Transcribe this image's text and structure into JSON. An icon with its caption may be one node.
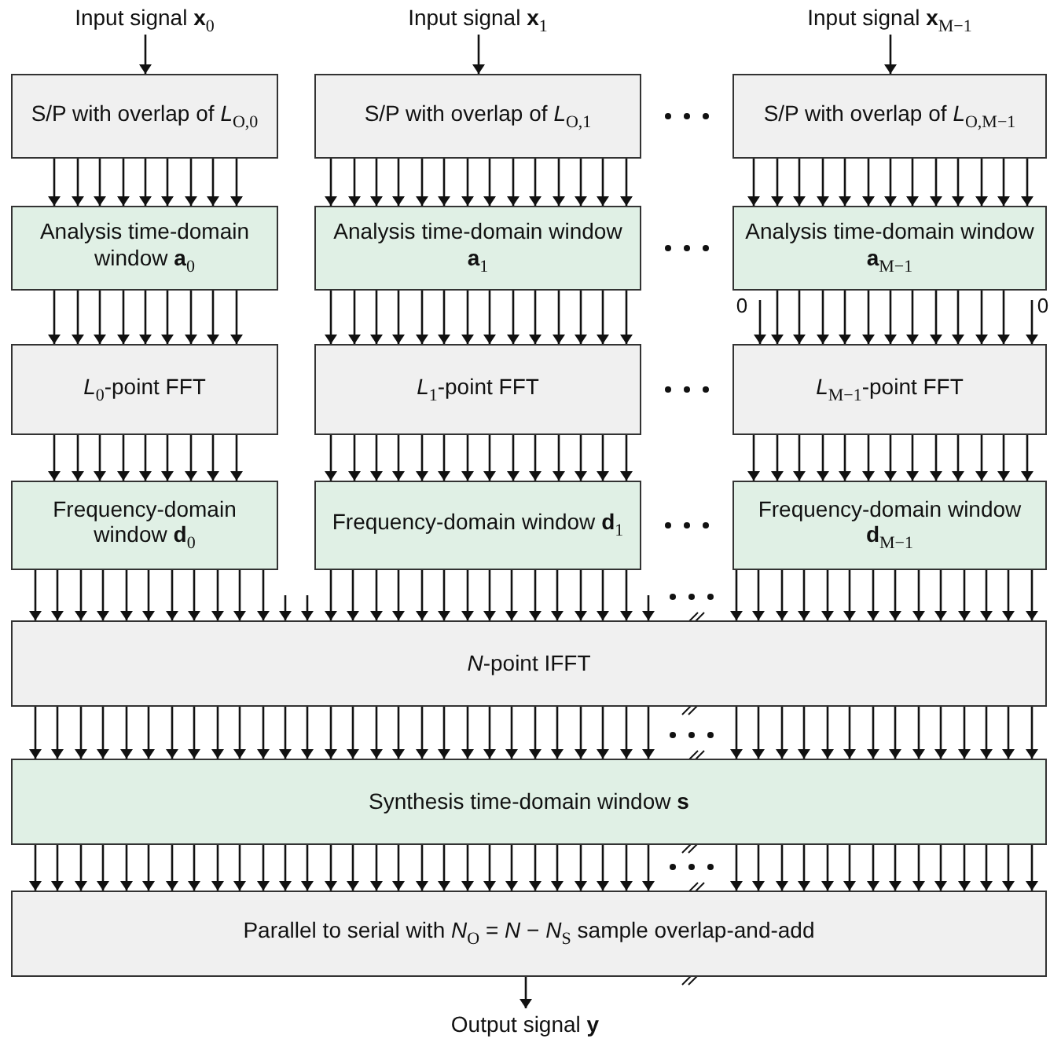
{
  "diagram": {
    "nodes": [
      {
        "text": [
          "Input signal **x**$_{0}$"
        ]
      },
      {
        "text": [
          "Input signal **x**$_{1}$"
        ]
      },
      {
        "text": [
          "Input signal **x**$_{M−1}$"
        ]
      },
      {
        "text": [
          "S/P with overlap of *L*$_{O,0}$"
        ]
      },
      {
        "text": [
          "S/P with overlap of *L*$_{O,1}$"
        ]
      },
      {
        "text": [
          "S/P with overlap of *L*$_{O,M−1}$"
        ]
      },
      {
        "text": [
          "Analysis time-domain window **a**$_{0}$"
        ]
      },
      {
        "text": [
          "Analysis time-domain window **a**$_{1}$"
        ]
      },
      {
        "text": [
          "Analysis time-domain window **a**$_{M−1}$"
        ]
      },
      {
        "text": [
          "0"
        ]
      },
      {
        "text": [
          "0"
        ]
      },
      {
        "text": [
          "*L*$_{0}$-point FFT"
        ]
      },
      {
        "text": [
          "*L*$_{1}$-point FFT"
        ]
      },
      {
        "text": [
          "*L*$_{M−1}$-point FFT"
        ]
      },
      {
        "text": [
          "Frequency-domain window **d**$_{0}$"
        ]
      },
      {
        "text": [
          "Frequency-domain window **d**$_{1}$"
        ]
      },
      {
        "text": [
          "Frequency-domain window **d**$_{M−1}$"
        ]
      },
      {
        "text": [
          "*N*-point IFFT"
        ]
      },
      {
        "text": [
          "Synthesis time-domain window **s**"
        ]
      },
      {
        "text": [
          "Parallel to serial with *N*$_{O}$ = *N* − *N*$_{S}$ sample overlap-and-add"
        ]
      },
      {
        "text": [
          "Output signal **y**"
        ]
      }
    ],
    "edges": [
      {
        "from": 0,
        "to": 3,
        "arrow": "to"
      },
      {
        "from": 1,
        "to": 4,
        "arrow": "to"
      },
      {
        "from": 2,
        "to": 5,
        "arrow": "to"
      },
      {
        "from": 3,
        "to": 6,
        "arrow": "to"
      },
      {
        "from": 3,
        "to": 6,
        "arrow": "to"
      },
      {
        "from": 3,
        "to": 6,
        "arrow": "to"
      },
      {
        "from": 3,
        "to": 6,
        "arrow": "to"
      },
      {
        "from": 3,
        "to": 6,
        "arrow": "to"
      },
      {
        "from": 3,
        "to": 6,
        "arrow": "to"
      },
      {
        "from": 3,
        "to": 6,
        "arrow": "to"
      },
      {
        "from": 3,
        "to": 6,
        "arrow": "to"
      },
      {
        "from": 3,
        "to": 6,
        "arrow": "to"
      },
      {
        "from": 4,
        "to": 7,
        "arrow": "to"
      },
      {
        "from": 4,
        "to": 7,
        "arrow": "to"
      },
      {
        "from": 4,
        "to": 7,
        "arrow": "to"
      },
      {
        "from": 4,
        "to": 7,
        "arrow": "to"
      },
      {
        "from": 4,
        "to": 7,
        "arrow": "to"
      },
      {
        "from": 4,
        "to": 7,
        "arrow": "to"
      },
      {
        "from": 4,
        "to": 7,
        "arrow": "to"
      },
      {
        "from": 4,
        "to": 7,
        "arrow": "to"
      },
      {
        "from": 4,
        "to": 7,
        "arrow": "to"
      },
      {
        "from": 4,
        "to": 7,
        "arrow": "to"
      },
      {
        "from": 4,
        "to": 7,
        "arrow": "to"
      },
      {
        "from": 4,
        "to": 7,
        "arrow": "to"
      },
      {
        "from": 4,
        "to": 7,
        "arrow": "to"
      },
      {
        "from": 4,
        "to": 7,
        "arrow": "to"
      },
      {
        "from": 5,
        "to": 8,
        "arrow": "to"
      },
      {
        "from": 5,
        "to": 8,
        "arrow": "to"
      },
      {
        "from": 5,
        "to": 8,
        "arrow": "to"
      },
      {
        "from": 5,
        "to": 8,
        "arrow": "to"
      },
      {
        "from": 5,
        "to": 8,
        "arrow": "to"
      },
      {
        "from": 5,
        "to": 8,
        "arrow": "to"
      },
      {
        "from": 5,
        "to": 8,
        "arrow": "to"
      },
      {
        "from": 5,
        "to": 8,
        "arrow": "to"
      },
      {
        "from": 5,
        "to": 8,
        "arrow": "to"
      },
      {
        "from": 5,
        "to": 8,
        "arrow": "to"
      },
      {
        "from": 5,
        "to": 8,
        "arrow": "to"
      },
      {
        "from": 5,
        "to": 8,
        "arrow": "to"
      },
      {
        "from": 5,
        "to": 8,
        "arrow": "to"
      },
      {
        "from": 6,
        "to": 11,
        "arrow": "to"
      },
      {
        "from": 6,
        "to": 11,
        "arrow": "to"
      },
      {
        "from": 6,
        "to": 11,
        "arrow": "to"
      },
      {
        "from": 6,
        "to": 11,
        "arrow": "to"
      },
      {
        "from": 6,
        "to": 11,
        "arrow": "to"
      },
      {
        "from": 6,
        "to": 11,
        "arrow": "to"
      },
      {
        "from": 6,
        "to": 11,
        "arrow": "to"
      },
      {
        "from": 6,
        "to": 11,
        "arrow": "to"
      },
      {
        "from": 6,
        "to": 11,
        "arrow": "to"
      },
      {
        "from": 7,
        "to": 12,
        "arrow": "to"
      },
      {
        "from": 7,
        "to": 12,
        "arrow": "to"
      },
      {
        "from": 7,
        "to": 12,
        "arrow": "to"
      },
      {
        "from": 7,
        "to": 12,
        "arrow": "to"
      },
      {
        "from": 7,
        "to": 12,
        "arrow": "to"
      },
      {
        "from": 7,
        "to": 12,
        "arrow": "to"
      },
      {
        "from": 7,
        "to": 12,
        "arrow": "to"
      },
      {
        "from": 7,
        "to": 12,
        "arrow": "to"
      },
      {
        "from": 7,
        "to": 12,
        "arrow": "to"
      },
      {
        "from": 7,
        "to": 12,
        "arrow": "to"
      },
      {
        "from": 7,
        "to": 12,
        "arrow": "to"
      },
      {
        "from": 7,
        "to": 12,
        "arrow": "to"
      },
      {
        "from": 7,
        "to": 12,
        "arrow": "to"
      },
      {
        "from": 7,
        "to": 12,
        "arrow": "to"
      },
      {
        "from": 9,
        "to": 13,
        "arrow": "to"
      },
      {
        "from": 8,
        "to": 13,
        "arrow": "to"
      },
      {
        "from": 8,
        "to": 13,
        "arrow": "to"
      },
      {
        "from": 8,
        "to": 13,
        "arrow": "to"
      },
      {
        "from": 8,
        "to": 13,
        "arrow": "to"
      },
      {
        "from": 8,
        "to": 13,
        "arrow": "to"
      },
      {
        "from": 8,
        "to": 13,
        "arrow": "to"
      },
      {
        "from": 8,
        "to": 13,
        "arrow": "to"
      },
      {
        "from": 8,
        "to": 13,
        "arrow": "to"
      },
      {
        "from": 8,
        "to": 13,
        "arrow": "to"
      },
      {
        "from": 8,
        "to": 13,
        "arrow": "to"
      },
      {
        "from": 8,
        "to": 13,
        "arrow": "to"
      },
      {
        "from": 10,
        "to": 13,
        "arrow": "to"
      },
      {
        "from": 11,
        "to": 14,
        "arrow": "to"
      },
      {
        "from": 11,
        "to": 14,
        "arrow": "to"
      },
      {
        "from": 11,
        "to": 14,
        "arrow": "to"
      },
      {
        "from": 11,
        "to": 14,
        "arrow": "to"
      },
      {
        "from": 11,
        "to": 14,
        "arrow": "to"
      },
      {
        "from": 11,
        "to": 14,
        "arrow": "to"
      },
      {
        "from": 11,
        "to": 14,
        "arrow": "to"
      },
      {
        "from": 11,
        "to": 14,
        "arrow": "to"
      },
      {
        "from": 11,
        "to": 14,
        "arrow": "to"
      },
      {
        "from": 12,
        "to": 15,
        "arrow": "to"
      },
      {
        "from": 12,
        "to": 15,
        "arrow": "to"
      },
      {
        "from": 12,
        "to": 15,
        "arrow": "to"
      },
      {
        "from": 12,
        "to": 15,
        "arrow": "to"
      },
      {
        "from": 12,
        "to": 15,
        "arrow": "to"
      },
      {
        "from": 12,
        "to": 15,
        "arrow": "to"
      },
      {
        "from": 12,
        "to": 15,
        "arrow": "to"
      },
      {
        "from": 12,
        "to": 15,
        "arrow": "to"
      },
      {
        "from": 12,
        "to": 15,
        "arrow": "to"
      },
      {
        "from": 12,
        "to": 15,
        "arrow": "to"
      },
      {
        "from": 12,
        "to": 15,
        "arrow": "to"
      },
      {
        "from": 12,
        "to": 15,
        "arrow": "to"
      },
      {
        "from": 12,
        "to": 15,
        "arrow": "to"
      },
      {
        "from": 12,
        "to": 15,
        "arrow": "to"
      },
      {
        "from": 13,
        "to": 16,
        "arrow": "to"
      },
      {
        "from": 13,
        "to": 16,
        "arrow": "to"
      },
      {
        "from": 13,
        "to": 16,
        "arrow": "to"
      },
      {
        "from": 13,
        "to": 16,
        "arrow": "to"
      },
      {
        "from": 13,
        "to": 16,
        "arrow": "to"
      },
      {
        "from": 13,
        "to": 16,
        "arrow": "to"
      },
      {
        "from": 13,
        "to": 16,
        "arrow": "to"
      },
      {
        "from": 13,
        "to": 16,
        "arrow": "to"
      },
      {
        "from": 13,
        "to": 16,
        "arrow": "to"
      },
      {
        "from": 13,
        "to": 16,
        "arrow": "to"
      },
      {
        "from": 13,
        "to": 16,
        "arrow": "to"
      },
      {
        "from": 13,
        "to": 16,
        "arrow": "to"
      },
      {
        "from": 13,
        "to": 16,
        "arrow": "to"
      },
      {
        "from": 14,
        "to": 17,
        "arrow": "to"
      },
      {
        "from": 14,
        "to": 17,
        "arrow": "to"
      },
      {
        "from": 14,
        "to": 17,
        "arrow": "to"
      },
      {
        "from": 14,
        "to": 17,
        "arrow": "to"
      },
      {
        "from": 14,
        "to": 17,
        "arrow": "to"
      },
      {
        "from": 14,
        "to": 17,
        "arrow": "to"
      },
      {
        "from": 14,
        "to": 17,
        "arrow": "to"
      },
      {
        "from": 14,
        "to": 17,
        "arrow": "to"
      },
      {
        "from": 14,
        "to": 17,
        "arrow": "to"
      },
      {
        "from": 14,
        "to": 17,
        "arrow": "to"
      },
      {
        "from": 14,
        "to": 17,
        "arrow": "to"
      },
      {
        "from": null,
        "to": 17,
        "arrow": "to"
      },
      {
        "from": null,
        "to": 17,
        "arrow": "to"
      },
      {
        "from": 15,
        "to": 17,
        "arrow": "to"
      },
      {
        "from": 15,
        "to": 17,
        "arrow": "to"
      },
      {
        "from": 15,
        "to": 17,
        "arrow": "to"
      },
      {
        "from": 15,
        "to": 17,
        "arrow": "to"
      },
      {
        "from": 15,
        "to": 17,
        "arrow": "to"
      },
      {
        "from": 15,
        "to": 17,
        "arrow": "to"
      },
      {
        "from": 15,
        "to": 17,
        "arrow": "to"
      },
      {
        "from": 15,
        "to": 17,
        "arrow": "to"
      },
      {
        "from": 15,
        "to": 17,
        "arrow": "to"
      },
      {
        "from": 15,
        "to": 17,
        "arrow": "to"
      },
      {
        "from": 15,
        "to": 17,
        "arrow": "to"
      },
      {
        "from": 15,
        "to": 17,
        "arrow": "to"
      },
      {
        "from": 15,
        "to": 17,
        "arrow": "to"
      },
      {
        "from": 15,
        "to": 17,
        "arrow": "to"
      },
      {
        "from": null,
        "to": 17,
        "arrow": "to"
      },
      {
        "from": 16,
        "to": 17,
        "arrow": "to"
      },
      {
        "from": 16,
        "to": 17,
        "arrow": "to"
      },
      {
        "from": 16,
        "to": 17,
        "arrow": "to"
      },
      {
        "from": 16,
        "to": 17,
        "arrow": "to"
      },
      {
        "from": 16,
        "to": 17,
        "arrow": "to"
      },
      {
        "from": 16,
        "to": 17,
        "arrow": "to"
      },
      {
        "from": 16,
        "to": 17,
        "arrow": "to"
      },
      {
        "from": 16,
        "to": 17,
        "arrow": "to"
      },
      {
        "from": 16,
        "to": 17,
        "arrow": "to"
      },
      {
        "from": 16,
        "to": 17,
        "arrow": "to"
      },
      {
        "from": 16,
        "to": 17,
        "arrow": "to"
      },
      {
        "from": 16,
        "to": 17,
        "arrow": "to"
      },
      {
        "from": 16,
        "to": 17,
        "arrow": "to"
      },
      {
        "from": 16,
        "to": 17,
        "arrow": "to"
      },
      {
        "from": 17,
        "to": 18,
        "arrow": "to"
      },
      {
        "from": 17,
        "to": 18,
        "arrow": "to"
      },
      {
        "from": 17,
        "to": 18,
        "arrow": "to"
      },
      {
        "from": 17,
        "to": 18,
        "arrow": "to"
      },
      {
        "from": 17,
        "to": 18,
        "arrow": "to"
      },
      {
        "from": 17,
        "to": 18,
        "arrow": "to"
      },
      {
        "from": 17,
        "to": 18,
        "arrow": "to"
      },
      {
        "from": 17,
        "to": 18,
        "arrow": "to"
      },
      {
        "from": 17,
        "to": 18,
        "arrow": "to"
      },
      {
        "from": 17,
        "to": 18,
        "arrow": "to"
      },
      {
        "from": 17,
        "to": 18,
        "arrow": "to"
      },
      {
        "from": 17,
        "to": 18,
        "arrow": "to"
      },
      {
        "from": 17,
        "to": 18,
        "arrow": "to"
      },
      {
        "from": 17,
        "to": 18,
        "arrow": "to"
      },
      {
        "from": 17,
        "to": 18,
        "arrow": "to"
      },
      {
        "from": 17,
        "to": 18,
        "arrow": "to"
      },
      {
        "from": 17,
        "to": 18,
        "arrow": "to"
      },
      {
        "from": 17,
        "to": 18,
        "arrow": "to"
      },
      {
        "from": 17,
        "to": 18,
        "arrow": "to"
      },
      {
        "from": 17,
        "to": 18,
        "arrow": "to"
      },
      {
        "from": 17,
        "to": 18,
        "arrow": "to"
      },
      {
        "from": 17,
        "to": 18,
        "arrow": "to"
      },
      {
        "from": 17,
        "to": 18,
        "arrow": "to"
      },
      {
        "from": 17,
        "to": 18,
        "arrow": "to"
      },
      {
        "from": 17,
        "to": 18,
        "arrow": "to"
      },
      {
        "from": 17,
        "to": 18,
        "arrow": "to"
      },
      {
        "from": 17,
        "to": 18,
        "arrow": "to"
      },
      {
        "from": 17,
        "to": 18,
        "arrow": "to"
      },
      {
        "from": 17,
        "to": 18,
        "arrow": "to"
      },
      {
        "from": 17,
        "to": 18,
        "arrow": "to"
      },
      {
        "from": 17,
        "to": 18,
        "arrow": "to"
      },
      {
        "from": 17,
        "to": 18,
        "arrow": "to"
      },
      {
        "from": 17,
        "to": 18,
        "arrow": "to"
      },
      {
        "from": 17,
        "to": 18,
        "arrow": "to"
      },
      {
        "from": 17,
        "to": 18,
        "arrow": "to"
      },
      {
        "from": 17,
        "to": 18,
        "arrow": "to"
      },
      {
        "from": 17,
        "to": 18,
        "arrow": "to"
      },
      {
        "from": 17,
        "to": 18,
        "arrow": "to"
      },
      {
        "from": 17,
        "to": 18,
        "arrow": "to"
      },
      {
        "from": 17,
        "to": 18,
        "arrow": "to"
      },
      {
        "from": 17,
        "to": 18,
        "arrow": "to"
      },
      {
        "from": 17,
        "to": 18,
        "arrow": "to"
      },
      {
        "from": 18,
        "to": 19,
        "arrow": "to"
      },
      {
        "from": 18,
        "to": 19,
        "arrow": "to"
      },
      {
        "from": 18,
        "to": 19,
        "arrow": "to"
      },
      {
        "from": 18,
        "to": 19,
        "arrow": "to"
      },
      {
        "from": 18,
        "to": 19,
        "arrow": "to"
      },
      {
        "from": 18,
        "to": 19,
        "arrow": "to"
      },
      {
        "from": 18,
        "to": 19,
        "arrow": "to"
      },
      {
        "from": 18,
        "to": 19,
        "arrow": "to"
      },
      {
        "from": 18,
        "to": 19,
        "arrow": "to"
      },
      {
        "from": 18,
        "to": 19,
        "arrow": "to"
      },
      {
        "from": 18,
        "to": 19,
        "arrow": "to"
      },
      {
        "from": 18,
        "to": 19,
        "arrow": "to"
      },
      {
        "from": 18,
        "to": 19,
        "arrow": "to"
      },
      {
        "from": 18,
        "to": 19,
        "arrow": "to"
      },
      {
        "from": 18,
        "to": 19,
        "arrow": "to"
      },
      {
        "from": 18,
        "to": 19,
        "arrow": "to"
      },
      {
        "from": 18,
        "to": 19,
        "arrow": "to"
      },
      {
        "from": 18,
        "to": 19,
        "arrow": "to"
      },
      {
        "from": 18,
        "to": 19,
        "arrow": "to"
      },
      {
        "from": 18,
        "to": 19,
        "arrow": "to"
      },
      {
        "from": 18,
        "to": 19,
        "arrow": "to"
      },
      {
        "from": 18,
        "to": 19,
        "arrow": "to"
      },
      {
        "from": 18,
        "to": 19,
        "arrow": "to"
      },
      {
        "from": 18,
        "to": 19,
        "arrow": "to"
      },
      {
        "from": 18,
        "to": 19,
        "arrow": "to"
      },
      {
        "from": 18,
        "to": 19,
        "arrow": "to"
      },
      {
        "from": 18,
        "to": 19,
        "arrow": "to"
      },
      {
        "from": 18,
        "to": 19,
        "arrow": "to"
      },
      {
        "from": 18,
        "to": 19,
        "arrow": "to"
      },
      {
        "from": 18,
        "to": 19,
        "arrow": "to"
      },
      {
        "from": 18,
        "to": 19,
        "arrow": "to"
      },
      {
        "from": 18,
        "to": 19,
        "arrow": "to"
      },
      {
        "from": 18,
        "to": 19,
        "arrow": "to"
      },
      {
        "from": 18,
        "to": 19,
        "arrow": "to"
      },
      {
        "from": 18,
        "to": 19,
        "arrow": "to"
      },
      {
        "from": 18,
        "to": 19,
        "arrow": "to"
      },
      {
        "from": 18,
        "to": 19,
        "arrow": "to"
      },
      {
        "from": 18,
        "to": 19,
        "arrow": "to"
      },
      {
        "from": 18,
        "to": 19,
        "arrow": "to"
      },
      {
        "from": 18,
        "to": 19,
        "arrow": "to"
      },
      {
        "from": 18,
        "to": 19,
        "arrow": "to"
      },
      {
        "from": 18,
        "to": 19,
        "arrow": "to"
      },
      {
        "from": 19,
        "to": 20,
        "arrow": "to"
      }
    ]
  }
}
